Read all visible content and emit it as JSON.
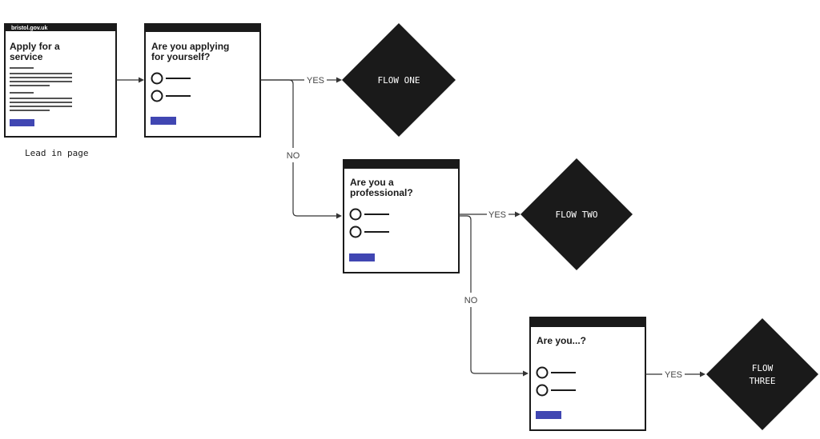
{
  "lead_in": {
    "site": "bristol.gov.uk",
    "title_line1": "Apply for a",
    "title_line2": "service",
    "caption": "Lead in page"
  },
  "questions": [
    {
      "line1": "Are you applying",
      "line2": "for yourself?"
    },
    {
      "line1": "Are you a",
      "line2": "professional?"
    },
    {
      "line1": "Are you...?",
      "line2": ""
    }
  ],
  "flows": [
    {
      "line1": "FLOW ONE",
      "line2": ""
    },
    {
      "line1": "FLOW TWO",
      "line2": ""
    },
    {
      "line1": "FLOW",
      "line2": "THREE"
    }
  ],
  "connectors": {
    "yes": "YES",
    "no": "NO"
  },
  "colors": {
    "accent_button": "#4046b2",
    "ink": "#1a1a1a"
  }
}
